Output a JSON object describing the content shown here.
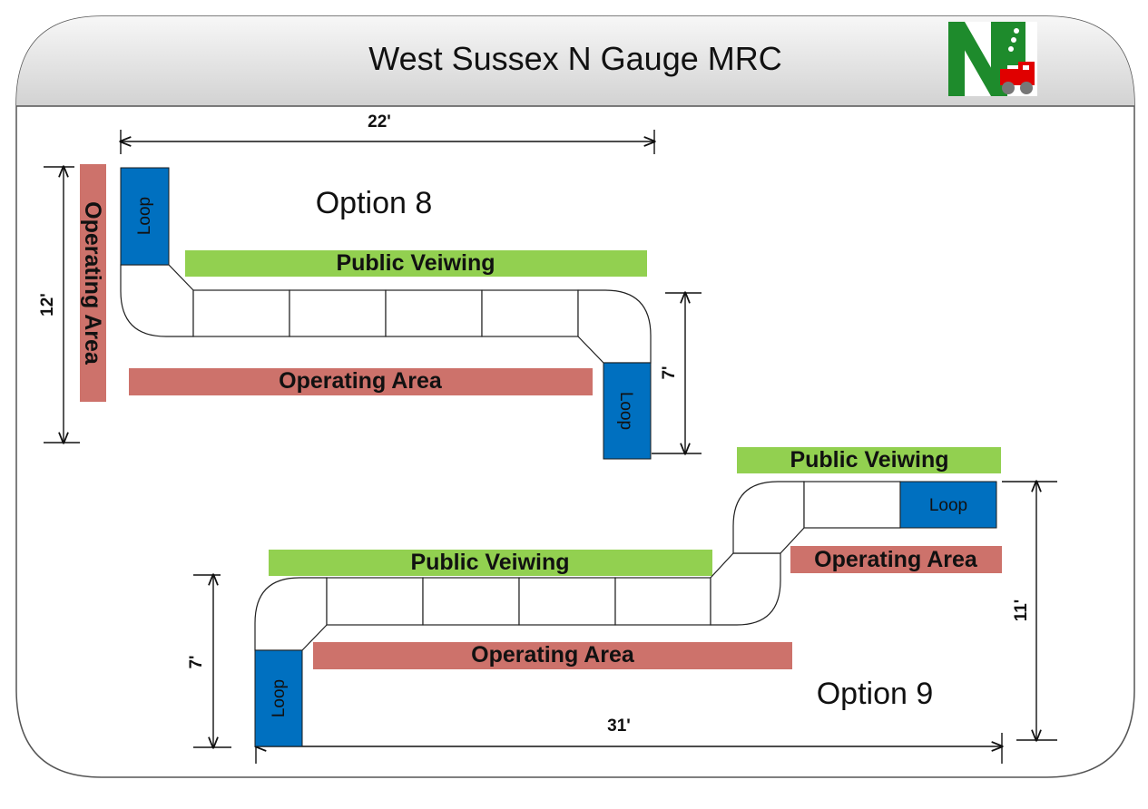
{
  "header": {
    "title": "West Sussex N Gauge MRC",
    "logo_letter": "N",
    "logo_icon": "train-logo-icon"
  },
  "option8": {
    "label": "Option 8",
    "width_dim": "22'",
    "height_dim": "12'",
    "right_dim": "7'",
    "public_viewing": "Public Veiwing",
    "operating_area_horizontal": "Operating Area",
    "operating_area_vertical": "Operating Area",
    "loop_top": "Loop",
    "loop_bottom": "Loop"
  },
  "option9": {
    "label": "Option 9",
    "width_dim": "31'",
    "height_dim": "11'",
    "left_dim": "7'",
    "public_viewing_main": "Public Veiwing",
    "public_viewing_upper": "Public Veiwing",
    "operating_area_main": "Operating Area",
    "operating_area_upper": "Operating Area",
    "loop_left": "Loop",
    "loop_right": "Loop"
  },
  "colors": {
    "public_viewing": "#92D050",
    "operating_area": "#CD726B",
    "loop": "#0070C0",
    "logo_green": "#1E8B2C",
    "logo_red": "#E00000"
  }
}
